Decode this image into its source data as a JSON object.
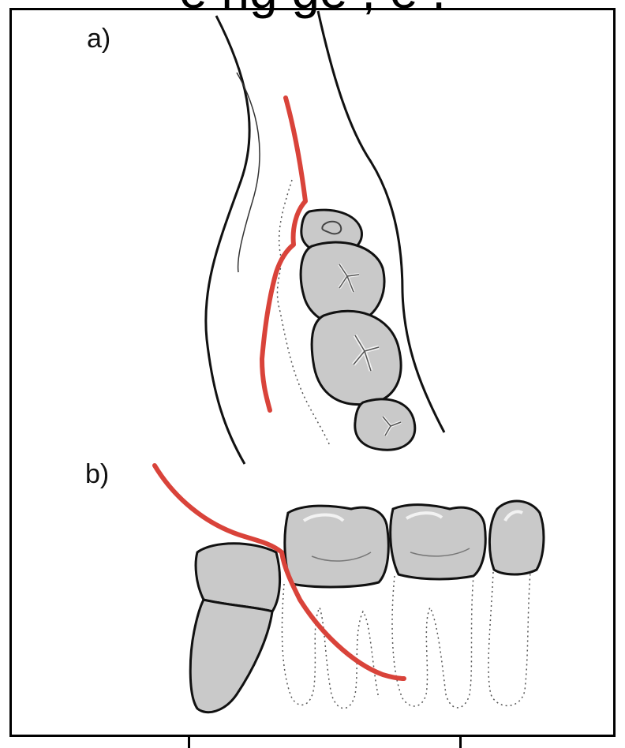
{
  "heading_fragment": "e  ng   ge , e  .",
  "panels": {
    "a": {
      "label": "a)"
    },
    "b": {
      "label": "b)"
    }
  },
  "colors": {
    "incision": "#d9433a",
    "tooth_fill": "#c9c9c9",
    "tooth_highlight": "#f2f2f2",
    "outline": "#111111"
  }
}
